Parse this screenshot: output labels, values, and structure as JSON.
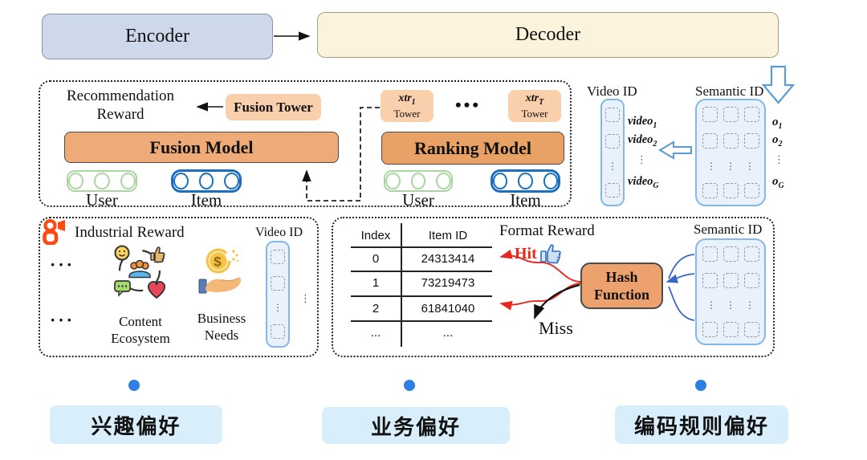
{
  "pipeline": {
    "encoder_label": "Encoder",
    "decoder_label": "Decoder"
  },
  "reco_box": {
    "reward_line1": "Recommendation",
    "reward_line2": "Reward",
    "fusion_tower_label": "Fusion Tower",
    "fusion_model_label": "Fusion Model",
    "ranking_model_label": "Ranking Model",
    "tower1": {
      "base": "xtr",
      "sub": "1",
      "word": "Tower"
    },
    "towerT": {
      "base": "xtr",
      "sub": "T",
      "word": "Tower"
    },
    "tower_dots": "•••",
    "user_label": "User",
    "item_label": "Item"
  },
  "id_top": {
    "video_title": "Video ID",
    "semantic_title": "Semantic ID",
    "videos": [
      {
        "base": "video",
        "sub": "1"
      },
      {
        "base": "video",
        "sub": "2"
      },
      {
        "base": "video",
        "sub": "G"
      }
    ],
    "os": [
      {
        "base": "o",
        "sub": "1"
      },
      {
        "base": "o",
        "sub": "2"
      },
      {
        "base": "o",
        "sub": "G"
      }
    ],
    "vdots": "⋮"
  },
  "industrial": {
    "title": "Industrial Reward",
    "video_title": "Video ID",
    "hdots1": "···",
    "hdots2": "···",
    "side_vdots": "⋮",
    "content_line1": "Content",
    "content_line2": "Ecosystem",
    "business_line1": "Business",
    "business_line2": "Needs"
  },
  "format": {
    "title": "Format Reward",
    "hit_label": "Hit",
    "miss_label": "Miss",
    "hash_line1": "Hash",
    "hash_line2": "Function",
    "semantic_title": "Semantic ID",
    "table": {
      "headers": [
        "Index",
        "Item ID"
      ],
      "rows": [
        [
          "0",
          "24313414"
        ],
        [
          "1",
          "73219473"
        ],
        [
          "2",
          "61841040"
        ],
        [
          "...",
          "..."
        ]
      ]
    }
  },
  "timeline": {
    "labels": [
      "兴趣偏好",
      "业务偏好",
      "编码规则偏好"
    ]
  },
  "colors": {
    "encoder_bg": "#cdd9ea",
    "decoder_bg": "#fcf3dd",
    "tower_peach": "#f9cfac",
    "model_orange": "#eeab77",
    "hash_orange": "#eda26e",
    "id_panel_bg": "#e9f2fc",
    "id_panel_border": "#82b9ea",
    "user_green": "#abd5a2",
    "item_blue": "#1b6ec2",
    "hit_red": "#e8281e",
    "hollow_arrow_blue": "#5b9bd5",
    "curve_blue": "#3a67c9",
    "timeline_dot": "#2e7ee5",
    "cn_label_bg": "#d8eefa",
    "kuaishou_orange": "#fe4a10"
  }
}
